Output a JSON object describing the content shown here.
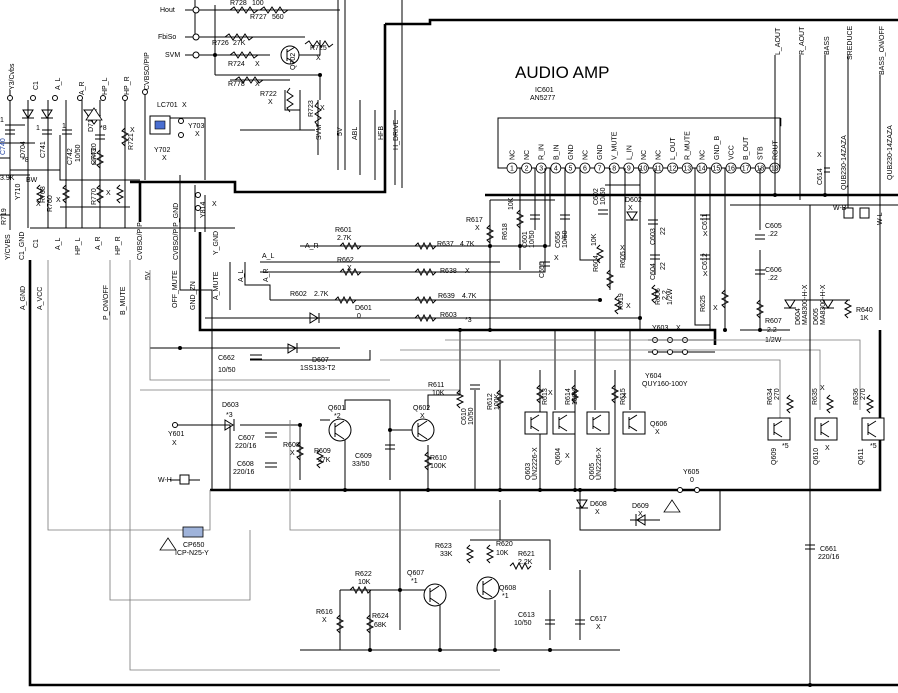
{
  "title": "AUDIO AMP",
  "ic": {
    "ref": "IC601",
    "part": "AN5277",
    "pins": [
      "NC",
      "NC",
      "R_IN",
      "B_IN",
      "GND",
      "NC",
      "GND",
      "V_MUTE",
      "L_IN",
      "NC",
      "NC",
      "L_OUT",
      "R_MUTE",
      "NC",
      "GND_B",
      "VCC",
      "B_OUT",
      "STB",
      "ROUT"
    ]
  },
  "top_signals": [
    "Hout",
    "FbiSo",
    "SVM"
  ],
  "top_resistors": [
    {
      "ref": "R728",
      "val": "100"
    },
    {
      "ref": "R727",
      "val": "560"
    },
    {
      "ref": "R726",
      "val": "27K"
    },
    {
      "ref": "R725",
      "val": "X"
    },
    {
      "ref": "R724",
      "val": "X"
    },
    {
      "ref": "R778",
      "val": "X"
    },
    {
      "ref": "R722",
      "val": "X"
    },
    {
      "ref": "R723",
      "val": "X"
    },
    {
      "ref": "Q702",
      "val": "X"
    }
  ],
  "top_vertical_labels": [
    "SVM",
    "5V",
    "ABL",
    "HFB",
    "H_DRIVE"
  ],
  "right_connector_labels": [
    "L_AOUT",
    "R_AOUT",
    "BASS",
    "SREDUCE",
    "BASS_ON/OFF",
    "QUB230-14ZAZA",
    "QUB230-14ZAZA",
    "W-B",
    "W-L"
  ],
  "left_top_labels": [
    "Y3/Cvbs",
    "C1",
    "A_L",
    "A_R",
    "HP_L",
    "HP_R",
    "CVBSO/PIP"
  ],
  "left_parts": [
    {
      "ref": "C740",
      "val": "1"
    },
    {
      "ref": "D704",
      "val": "*8"
    },
    {
      "ref": "C741",
      "val": "1"
    },
    {
      "ref": "C742",
      "val": "1"
    },
    {
      "ref": "D710",
      "val": "*8"
    },
    {
      "ref": "C743",
      "val": "10/50"
    },
    {
      "ref": "LC701",
      "val": "X"
    },
    {
      "ref": "Y703",
      "val": "X"
    },
    {
      "ref": "Y702",
      "val": "X"
    },
    {
      "ref": "R721",
      "val": "X"
    },
    {
      "ref": "Y710",
      "val": "BW"
    },
    {
      "ref": "R719",
      "val": "3.9K"
    },
    {
      "ref": "R768",
      "val": "X"
    },
    {
      "ref": "R760",
      "val": "X"
    },
    {
      "ref": "R720",
      "val": "X"
    },
    {
      "ref": "R770",
      "val": "X"
    },
    {
      "ref": "Y814",
      "val": "X"
    }
  ],
  "mid_bus_labels": [
    "Y/CVBS",
    "C1_GND",
    "C1",
    "A_L",
    "HP_L",
    "A_R",
    "HP_R",
    "CVBSO/PIP",
    "CVBSO/PIP_GND",
    "Y_GND"
  ],
  "lower_bus_labels": [
    "A_GND",
    "A_VCC",
    "P_ON/OFF",
    "B_MUTE",
    "5V",
    "OFF_MUTE",
    "GND_ZN",
    "A_MUTE",
    "A_L",
    "A_R"
  ],
  "bus_signals": [
    "A_R",
    "A_L"
  ],
  "mid_parts": [
    {
      "ref": "R601",
      "val": "2.7K"
    },
    {
      "ref": "R637",
      "val": "4.7K"
    },
    {
      "ref": "R662",
      "val": "X"
    },
    {
      "ref": "R638",
      "val": "X"
    },
    {
      "ref": "R602",
      "val": "2.7K"
    },
    {
      "ref": "R639",
      "val": "4.7K"
    },
    {
      "ref": "D601",
      "val": "0"
    },
    {
      "ref": "R603",
      "val": "*3"
    },
    {
      "ref": "C662",
      "val": "10/50"
    },
    {
      "ref": "D607",
      "val": "1SS133-T2"
    },
    {
      "ref": "R617",
      "val": "X"
    },
    {
      "ref": "R618",
      "val": "10K"
    },
    {
      "ref": "C601",
      "val": "10/50"
    },
    {
      "ref": "C656",
      "val": "10/50"
    },
    {
      "ref": "C655",
      "val": "X"
    },
    {
      "ref": "C602",
      "val": "10/50"
    },
    {
      "ref": "R604",
      "val": "10K"
    },
    {
      "ref": "R605",
      "val": "X"
    },
    {
      "ref": "R619",
      "val": "X"
    },
    {
      "ref": "D602",
      "val": "X"
    },
    {
      "ref": "C603",
      "val": "22"
    },
    {
      "ref": "C604",
      "val": "22"
    },
    {
      "ref": "R606",
      "val": "2.2"
    },
    {
      "ref": "C611",
      "val": "X"
    },
    {
      "ref": "C612",
      "val": "X"
    },
    {
      "ref": "R625",
      "val": "X"
    },
    {
      "ref": "C605",
      "val": ".22"
    },
    {
      "ref": "C606",
      "val": ".22"
    },
    {
      "ref": "R607",
      "val": "2.2"
    },
    {
      "ref": "D604",
      "val": "MA8300-H-X"
    },
    {
      "ref": "D605",
      "val": "MA8300-H-X"
    },
    {
      "ref": "C614",
      "val": "X"
    },
    {
      "ref": "R640",
      "val": "1K"
    },
    {
      "ref": "Y603",
      "val": "X"
    }
  ],
  "power_notes": [
    "1/2W",
    "1/2W"
  ],
  "lower_parts": [
    {
      "ref": "D603",
      "val": "*3"
    },
    {
      "ref": "Y601",
      "val": "X"
    },
    {
      "ref": "C607",
      "val": "220/16"
    },
    {
      "ref": "C608",
      "val": "220/16"
    },
    {
      "ref": "R608",
      "val": "X"
    },
    {
      "ref": "Q601",
      "val": "*2"
    },
    {
      "ref": "R609",
      "val": "27K"
    },
    {
      "ref": "C609",
      "val": "33/50"
    },
    {
      "ref": "Q602",
      "val": "X"
    },
    {
      "ref": "R610",
      "val": "100K"
    },
    {
      "ref": "R611",
      "val": "10K"
    },
    {
      "ref": "C610",
      "val": "10/50"
    },
    {
      "ref": "R612",
      "val": "100K"
    },
    {
      "ref": "R613",
      "val": "X"
    },
    {
      "ref": "R614",
      "val": "100K"
    },
    {
      "ref": "R615",
      "val": "X"
    },
    {
      "ref": "Y604",
      "val": "QUY160-100Y"
    },
    {
      "ref": "Q603",
      "val": "UN2226-X"
    },
    {
      "ref": "Q604",
      "val": "X"
    },
    {
      "ref": "Q605",
      "val": "UN2226-X"
    },
    {
      "ref": "Q606",
      "val": "X"
    },
    {
      "ref": "R634",
      "val": "270"
    },
    {
      "ref": "R635",
      "val": "X"
    },
    {
      "ref": "R636",
      "val": "270"
    },
    {
      "ref": "Q609",
      "val": "*5"
    },
    {
      "ref": "Q610",
      "val": "X"
    },
    {
      "ref": "Q611",
      "val": "*5"
    },
    {
      "ref": "Y605",
      "val": "0"
    },
    {
      "ref": "D608",
      "val": "X"
    },
    {
      "ref": "D609",
      "val": "X"
    }
  ],
  "bottom_parts": [
    {
      "ref": "CP650",
      "val": "ICP-N25-Y"
    },
    {
      "ref": "R623",
      "val": "33K"
    },
    {
      "ref": "R620",
      "val": "10K"
    },
    {
      "ref": "R621",
      "val": "2.2K"
    },
    {
      "ref": "R622",
      "val": "10K"
    },
    {
      "ref": "Q607",
      "val": "*1"
    },
    {
      "ref": "Q608",
      "val": "*1"
    },
    {
      "ref": "R616",
      "val": "X"
    },
    {
      "ref": "R624",
      "val": "68K"
    },
    {
      "ref": "C613",
      "val": "10/50"
    },
    {
      "ref": "C617",
      "val": "X"
    },
    {
      "ref": "C661",
      "val": "220/16"
    }
  ],
  "wh_label": "W-H"
}
